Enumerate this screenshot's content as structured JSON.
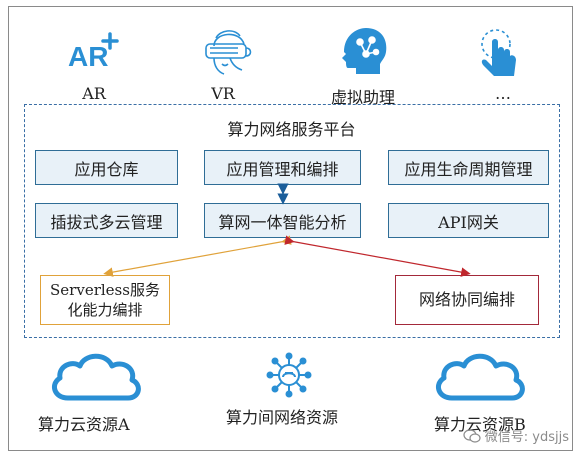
{
  "top_row": [
    {
      "label": "AR",
      "icon": "ar-icon"
    },
    {
      "label": "VR",
      "icon": "vr-headset-icon"
    },
    {
      "label": "虚拟助理",
      "icon": "virtual-assistant-head-icon"
    },
    {
      "label": "…",
      "icon": "touch-gesture-icon"
    }
  ],
  "ar_icon_text": "AR",
  "platform": {
    "title": "算力网络服务平台",
    "modules": {
      "app_store": "应用仓库",
      "app_orchestration": "应用管理和编排",
      "app_lifecycle": "应用生命周期管理",
      "multi_cloud": "插拔式多云管理",
      "intelligent_analysis": "算网一体智能分析",
      "api_gateway": "API网关"
    },
    "serverless": {
      "line1": "Serverless服务",
      "line2": "化能力编排"
    },
    "network_orchestration": "网络协同编排"
  },
  "bottom_row": {
    "cloud_a": "算力云资源A",
    "network": "算力间网络资源",
    "cloud_b": "算力云资源B"
  },
  "watermark": "微信号: ydsjjs",
  "colors": {
    "accent_blue": "#2a8fd4",
    "module_border": "#2f6d96",
    "module_fill": "#e8f1f8",
    "orange_arrow": "#e0a23a",
    "red_arrow": "#c0272d"
  }
}
